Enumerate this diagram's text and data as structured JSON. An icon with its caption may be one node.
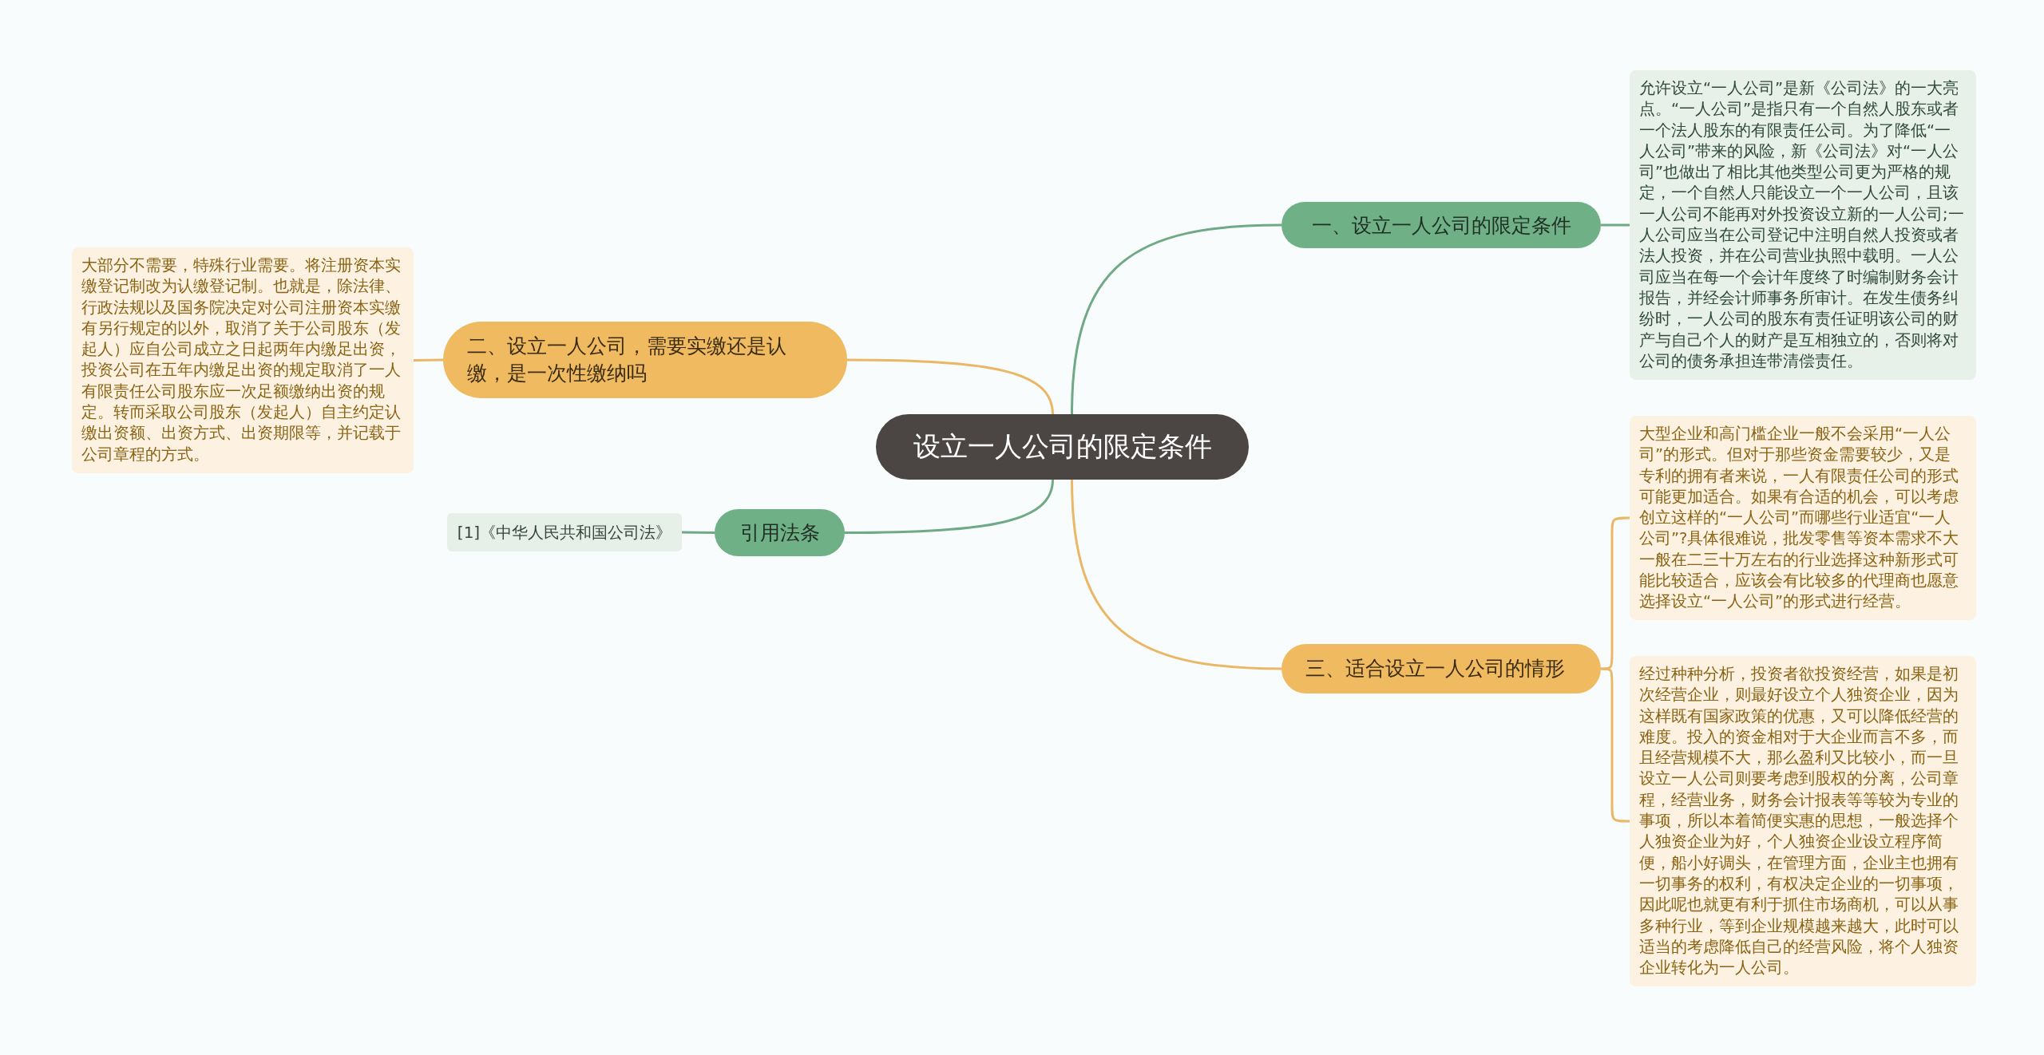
{
  "diagram": {
    "nodes": [
      {
        "text": [
          "设立一人公司的限定条件"
        ]
      },
      {
        "text": [
          "一、设立一人公司的限定条件"
        ]
      },
      {
        "text": [
          "允许设立“一人公司”是新《公司法》的一大亮点。“一人公司”是指只有一个自然人股东或者一个法人股东的有限责任公司。为了降低“一人公司”带来的风险，新《公司法》对“一人公司”也做出了相比其他类型公司更为严格的规定，一个自然人只能设立一个一人公司，且该一人公司不能再对外投资设立新的一人公司;一人公司应当在公司登记中注明自然人投资或者法人投资，并在公司营业执照中载明。一人公司应当在每一个会计年度终了时编制财务会计报告，并经会计师事务所审计。在发生债务纠纷时，一人公司的股东有责任证明该公司的财产与自己个人的财产是互相独立的，否则将对公司的债务承担连带清偿责任。"
        ]
      },
      {
        "text": [
          "二、设立一人公司，需要实缴还是认缴，是一次性缴纳吗"
        ]
      },
      {
        "text": [
          "大部分不需要，特殊行业需要。将注册资本实缴登记制改为认缴登记制。也就是，除法律、行政法规以及国务院决定对公司注册资本实缴有另行规定的以外，取消了关于公司股东（发起人）应自公司成立之日起两年内缴足出资，投资公司在五年内缴足出资的规定取消了一人有限责任公司股东应一次足额缴纳出资的规定。转而采取公司股东（发起人）自主约定认缴出资额、出资方式、出资期限等，并记载于公司章程的方式。"
        ]
      },
      {
        "text": [
          "引用法条"
        ]
      },
      {
        "text": [
          "[1]《中华人民共和国公司法》"
        ]
      },
      {
        "text": [
          "三、适合设立一人公司的情形"
        ]
      },
      {
        "text": [
          "大型企业和高门槛企业一般不会采用“一人公司”的形式。但对于那些资金需要较少，又是专利的拥有者来说，一人有限责任公司的形式可能更加适合。如果有合适的机会，可以考虑创立这样的“一人公司”而哪些行业适宜“一人公司”?具体很难说，批发零售等资本需求不大一般在二三十万左右的行业选择这种新形式可能比较适合，应该会有比较多的代理商也愿意选择设立“一人公司”的形式进行经营。"
        ]
      },
      {
        "text": [
          "经过种种分析，投资者欲投资经营，如果是初次经营企业，则最好设立个人独资企业，因为这样既有国家政策的优惠，又可以降低经营的难度。投入的资金相对于大企业而言不多，而且经营规模不大，那么盈利又比较小，而一旦设立一人公司则要考虑到股权的分离，公司章程，经营业务，财务会计报表等等较为专业的事项，所以本着简便实惠的思想，一般选择个人独资企业为好，个人独资企业设立程序简便，船小好调头，在管理方面，企业主也拥有一切事务的权利，有权决定企业的一切事项，因此呢也就更有利于抓住市场商机，可以从事多种行业，等到企业规模越来越大，此时可以适当的考虑降低自己的经营风险，将个人独资企业转化为一人公司。"
        ]
      }
    ],
    "edges": [
      {
        "from": 0,
        "to": 1,
        "arrow": "none",
        "color": "#6fa985"
      },
      {
        "from": 1,
        "to": 2,
        "arrow": "none",
        "color": "#6fa985"
      },
      {
        "from": 0,
        "to": 3,
        "arrow": "none"
      },
      {
        "from": 3,
        "to": 4,
        "arrow": "none"
      },
      {
        "from": 0,
        "to": 5,
        "arrow": "none",
        "color": "#6fa985"
      },
      {
        "from": 5,
        "to": 6,
        "arrow": "none",
        "color": "#6fa985"
      },
      {
        "from": 0,
        "to": 7,
        "arrow": "none"
      },
      {
        "from": 7,
        "to": 8,
        "arrow": "none"
      },
      {
        "from": 7,
        "to": 9,
        "arrow": "none"
      }
    ]
  }
}
